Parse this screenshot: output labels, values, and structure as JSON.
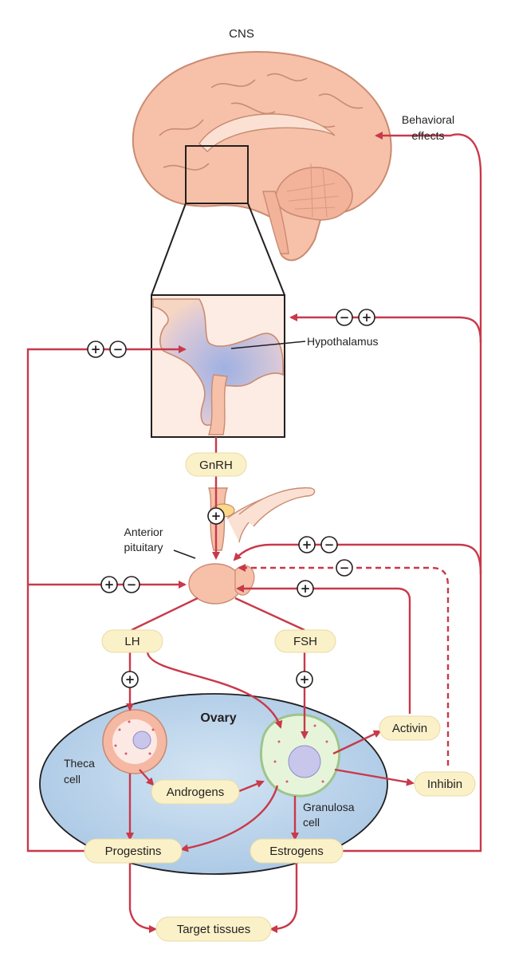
{
  "labels": {
    "cns": "CNS",
    "behavioral_1": "Behavioral",
    "behavioral_2": "effects",
    "hypothalamus": "Hypothalamus",
    "anterior_1": "Anterior",
    "anterior_2": "pituitary",
    "ovary": "Ovary",
    "theca_1": "Theca",
    "theca_2": "cell",
    "granulosa_1": "Granulosa",
    "granulosa_2": "cell"
  },
  "pills": {
    "gnrh": "GnRH",
    "lh": "LH",
    "fsh": "FSH",
    "activin": "Activin",
    "inhibin": "Inhibin",
    "androgens": "Androgens",
    "progestins": "Progestins",
    "estrogens": "Estrogens",
    "target": "Target tissues"
  },
  "signs": {
    "plus": "+",
    "minus": "−"
  },
  "colors": {
    "arrow": "#c8394a",
    "brain": "#f6c1a8",
    "ovary": "#b9d3ea",
    "pill": "#fbf1c9"
  }
}
